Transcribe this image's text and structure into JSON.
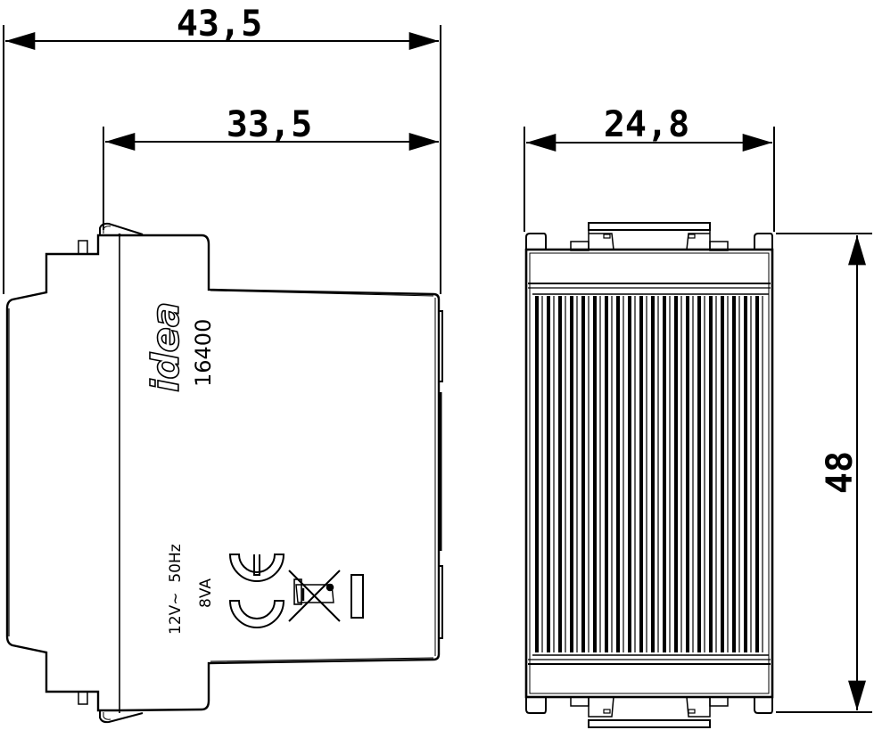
{
  "drawing": {
    "colors": {
      "line": "#000000",
      "background": "#ffffff"
    },
    "units": "mm",
    "side_view": {
      "dimensions": {
        "overall_depth": "43,5",
        "body_depth": "33,5"
      },
      "markings": {
        "brand": "idea",
        "model": "16400",
        "rating_voltage": "12V~  50Hz",
        "rating_power": "8VA",
        "symbols": [
          "ce-mark",
          "crossed-bin-weee",
          "double-insulation-bar"
        ]
      }
    },
    "front_view": {
      "dimensions": {
        "width": "24,8",
        "height": "48"
      },
      "fin_count": 20
    }
  }
}
